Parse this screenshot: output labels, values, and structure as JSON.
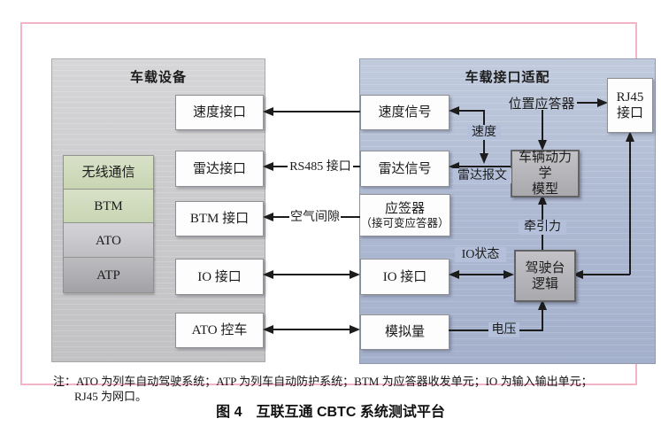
{
  "left_panel": {
    "title": "车载设备",
    "stack": [
      {
        "label": "无线通信"
      },
      {
        "label": "BTM"
      },
      {
        "label": "ATO"
      },
      {
        "label": "ATP"
      }
    ],
    "interfaces": [
      "速度接口",
      "雷达接口",
      "BTM 接口",
      "IO 接口",
      "ATO 控车"
    ]
  },
  "right_panel": {
    "title": "车载接口适配",
    "signal_boxes": [
      "速度信号",
      "雷达信号",
      "IO 接口",
      "模拟量"
    ],
    "transponder_box": {
      "line1": "应签器",
      "line2": "（接可变应答器）"
    },
    "position_transponder_label": "位置应答器",
    "dynamics_model_box": {
      "line1": "车辆动力学",
      "line2": "模型"
    },
    "cab_logic_box": {
      "line1": "驾驶台",
      "line2": "逻辑"
    },
    "rj45_box": {
      "line1": "RJ45",
      "line2": "接口"
    }
  },
  "arrow_labels": {
    "rs485": "RS485 接口",
    "air_gap": "空气间隙",
    "speed": "速度",
    "radar_message": "雷达报文",
    "io_state": "IO状态",
    "traction_force": "牵引力",
    "voltage": "电压"
  },
  "note": {
    "line1": "注：ATO 为列车自动驾驶系统；ATP 为列车自动防护系统；BTM 为应答器收发单元；IO 为输入输出单元；",
    "line2": "RJ45 为网口。"
  },
  "caption": "图 4　互联互通 CBTC 系统测试平台",
  "colors": {
    "frame_pink": "#f3b5c6",
    "left_panel_bg": "#d2d2d4",
    "right_panel_bg": "#b6c1da",
    "green_box": "#cbd7b8",
    "ato_gray": "#c7c7cb",
    "atp_gray": "#ababaf",
    "model_gray": "#b6b6ba",
    "line": "#1c1c1c"
  }
}
